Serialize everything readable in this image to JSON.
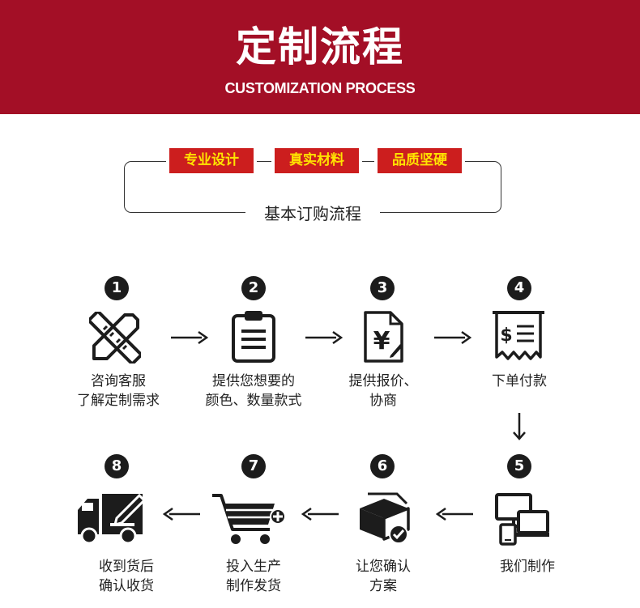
{
  "header": {
    "title": "定制流程",
    "subtitle": "CUSTOMIZATION PROCESS",
    "background_color": "#a30f26"
  },
  "tags": [
    "专业设计",
    "真实材料",
    "品质坚硬"
  ],
  "tag_colors": {
    "background": "#cc1e1e",
    "text": "#ffe300"
  },
  "box_caption": "基本订购流程",
  "steps": [
    {
      "number": "1",
      "icon": "ruler-pencil-icon",
      "line1": "咨询客服",
      "line2": "了解定制需求"
    },
    {
      "number": "2",
      "icon": "clipboard-icon",
      "line1": "提供您想要的",
      "line2": "颜色、数量款式"
    },
    {
      "number": "3",
      "icon": "yuan-document-icon",
      "line1": "提供报价、",
      "line2": "协商"
    },
    {
      "number": "4",
      "icon": "receipt-icon",
      "line1": "下单付款",
      "line2": ""
    },
    {
      "number": "5",
      "icon": "devices-icon",
      "line1": "我们制作",
      "line2": ""
    },
    {
      "number": "6",
      "icon": "package-check-icon",
      "line1": "让您确认",
      "line2": "方案"
    },
    {
      "number": "7",
      "icon": "shopping-cart-icon",
      "line1": "投入生产",
      "line2": "制作发货"
    },
    {
      "number": "8",
      "icon": "delivery-truck-icon",
      "line1": "收到货后",
      "line2": "确认收货"
    }
  ]
}
